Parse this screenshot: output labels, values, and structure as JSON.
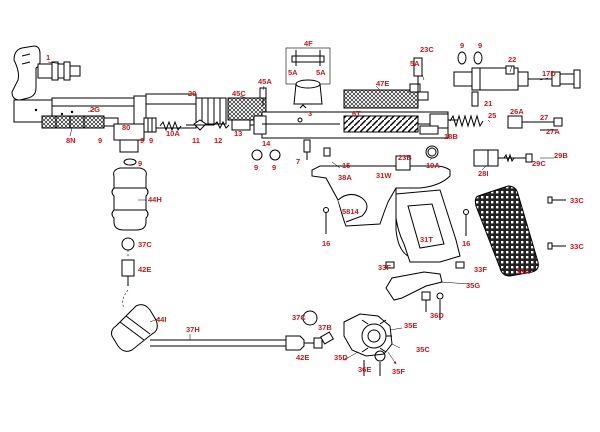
{
  "diagram": {
    "label_color": "#d0141a",
    "line_color": "#000000",
    "labels": [
      {
        "id": "l1",
        "text": "1"
      },
      {
        "id": "l2g",
        "text": "2G"
      },
      {
        "id": "l8n",
        "text": "8N"
      },
      {
        "id": "l9a",
        "text": "9"
      },
      {
        "id": "l80",
        "text": "80"
      },
      {
        "id": "l9b",
        "text": "9"
      },
      {
        "id": "l9c",
        "text": "9"
      },
      {
        "id": "l9d",
        "text": "9"
      },
      {
        "id": "l10a",
        "text": "10A"
      },
      {
        "id": "l11",
        "text": "11"
      },
      {
        "id": "l12",
        "text": "12"
      },
      {
        "id": "l13",
        "text": "13"
      },
      {
        "id": "l20",
        "text": "20"
      },
      {
        "id": "l45c",
        "text": "45C"
      },
      {
        "id": "l45a",
        "text": "45A"
      },
      {
        "id": "l14",
        "text": "14"
      },
      {
        "id": "l9e",
        "text": "9"
      },
      {
        "id": "l9f",
        "text": "9"
      },
      {
        "id": "l4f",
        "text": "4F"
      },
      {
        "id": "l5a1",
        "text": "5A"
      },
      {
        "id": "l5a2",
        "text": "5A"
      },
      {
        "id": "l3",
        "text": "3"
      },
      {
        "id": "l47e",
        "text": "47E"
      },
      {
        "id": "l6t",
        "text": "6T"
      },
      {
        "id": "l23c",
        "text": "23C"
      },
      {
        "id": "l5a3",
        "text": "5A"
      },
      {
        "id": "l9g",
        "text": "9"
      },
      {
        "id": "l9h",
        "text": "9"
      },
      {
        "id": "l22",
        "text": "22"
      },
      {
        "id": "l17d",
        "text": "17D"
      },
      {
        "id": "l21",
        "text": "21"
      },
      {
        "id": "l25",
        "text": "25"
      },
      {
        "id": "l26a",
        "text": "26A"
      },
      {
        "id": "l27",
        "text": "27"
      },
      {
        "id": "l27a",
        "text": "27A"
      },
      {
        "id": "l18b",
        "text": "18B"
      },
      {
        "id": "l7",
        "text": "7"
      },
      {
        "id": "l15",
        "text": "15"
      },
      {
        "id": "l23b",
        "text": "23B"
      },
      {
        "id": "l19a",
        "text": "19A"
      },
      {
        "id": "l29b",
        "text": "29B"
      },
      {
        "id": "l29c",
        "text": "29C"
      },
      {
        "id": "l28i",
        "text": "28I"
      },
      {
        "id": "l38a",
        "text": "38A"
      },
      {
        "id": "l31w",
        "text": "31W"
      },
      {
        "id": "l5814",
        "text": "5814"
      },
      {
        "id": "l16a",
        "text": "16"
      },
      {
        "id": "l16b",
        "text": "16"
      },
      {
        "id": "l31t",
        "text": "31T"
      },
      {
        "id": "l33ca",
        "text": "33C"
      },
      {
        "id": "l33cb",
        "text": "33C"
      },
      {
        "id": "l33a",
        "text": "33A"
      },
      {
        "id": "l9i",
        "text": "9"
      },
      {
        "id": "l44h",
        "text": "44H"
      },
      {
        "id": "l37ca",
        "text": "37C"
      },
      {
        "id": "l42ea",
        "text": "42E"
      },
      {
        "id": "l33fa",
        "text": "33F"
      },
      {
        "id": "l33fb",
        "text": "33F"
      },
      {
        "id": "l35g",
        "text": "35G"
      },
      {
        "id": "l44i",
        "text": "44I"
      },
      {
        "id": "l37h",
        "text": "37H"
      },
      {
        "id": "l37cb",
        "text": "37C"
      },
      {
        "id": "l37b",
        "text": "37B"
      },
      {
        "id": "l36d",
        "text": "36D"
      },
      {
        "id": "l35e",
        "text": "35E"
      },
      {
        "id": "l35c",
        "text": "35C"
      },
      {
        "id": "l35d",
        "text": "35D"
      },
      {
        "id": "l42eb",
        "text": "42E"
      },
      {
        "id": "l36e",
        "text": "36E"
      },
      {
        "id": "l35f",
        "text": "35F"
      }
    ]
  }
}
